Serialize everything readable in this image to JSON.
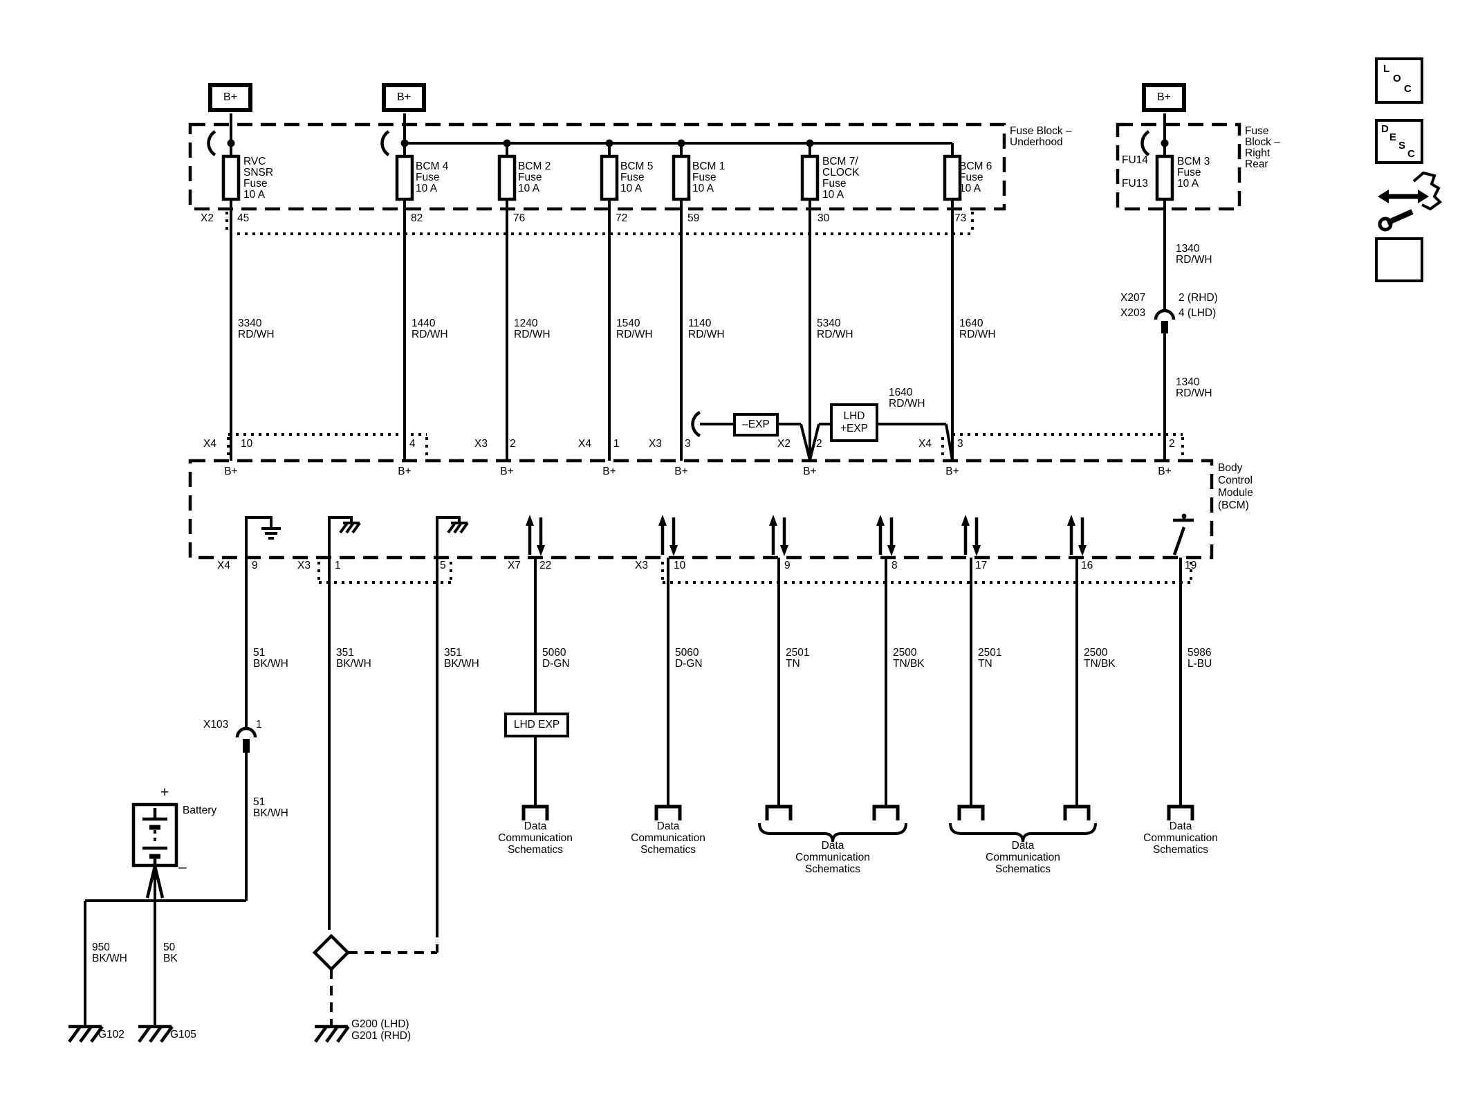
{
  "power": {
    "b_plus": "B+"
  },
  "fuse_block_underhood": {
    "title": "Fuse Block –\nUnderhood",
    "connector": "X2",
    "fuses": [
      {
        "name": "RVC\nSNSR\nFuse\n10 A",
        "pin": "45",
        "wire": "3340\nRD/WH"
      },
      {
        "name": "BCM 4\nFuse\n10 A",
        "pin": "82",
        "wire": "1440\nRD/WH"
      },
      {
        "name": "BCM 2\nFuse\n10 A",
        "pin": "76",
        "wire": "1240\nRD/WH"
      },
      {
        "name": "BCM 5\nFuse\n10 A",
        "pin": "72",
        "wire": "1540\nRD/WH"
      },
      {
        "name": "BCM 1\nFuse\n10 A",
        "pin": "59",
        "wire": "1140\nRD/WH"
      },
      {
        "name": "BCM 7/\nCLOCK\nFuse\n10 A",
        "pin": "30",
        "wire": "5340\nRD/WH"
      },
      {
        "name": "BCM 6\nFuse\n10 A",
        "pin": "73",
        "wire": "1640\nRD/WH"
      }
    ]
  },
  "fuse_block_right_rear": {
    "title": "Fuse\nBlock –\nRight\nRear",
    "fuse_position_top": "FU14",
    "fuse_position_bottom": "FU13",
    "fuse_name": "BCM 3\nFuse\n10 A",
    "wire_upper": "1340\nRD/WH",
    "wire_lower": "1340\nRD/WH",
    "inline_connector_names": "X207\nX203",
    "inline_connector_pins": "2 (RHD)\n4 (LHD)"
  },
  "exp": {
    "minus": "–EXP",
    "lhd_plus": "LHD\n+EXP",
    "wire": "1640\nRD/WH",
    "lhd_exp": "LHD EXP"
  },
  "bcm": {
    "title": "Body\nControl\nModule\n(BCM)",
    "top_pins": [
      {
        "conn": "X4",
        "pin": "10"
      },
      {
        "conn": "",
        "pin": "4"
      },
      {
        "conn": "X3",
        "pin": "2"
      },
      {
        "conn": "X4",
        "pin": "1"
      },
      {
        "conn": "X3",
        "pin": "3"
      },
      {
        "conn": "X2",
        "pin": "2"
      },
      {
        "conn": "X4",
        "pin": "3"
      },
      {
        "conn": "",
        "pin": "2"
      }
    ],
    "bottom_pins": [
      {
        "conn": "X4",
        "pin": "9",
        "wire": "51\nBK/WH"
      },
      {
        "conn": "X3",
        "pin": "1",
        "wire": "351\nBK/WH"
      },
      {
        "conn": "",
        "pin": "5",
        "wire": "351\nBK/WH"
      },
      {
        "conn": "X7",
        "pin": "22",
        "wire": "5060\nD-GN"
      },
      {
        "conn": "X3",
        "pin": "10",
        "wire": "5060\nD-GN"
      },
      {
        "conn": "",
        "pin": "9",
        "wire": "2501\nTN"
      },
      {
        "conn": "",
        "pin": "8",
        "wire": "2500\nTN/BK"
      },
      {
        "conn": "",
        "pin": "17",
        "wire": "2501\nTN"
      },
      {
        "conn": "",
        "pin": "16",
        "wire": "2500\nTN/BK"
      },
      {
        "conn": "",
        "pin": "19",
        "wire": "5986\nL-BU"
      }
    ]
  },
  "battery": {
    "label": "Battery",
    "plus": "+",
    "minus": "–",
    "wire_950": "950\nBK/WH",
    "wire_50": "50\nBK"
  },
  "connectors": {
    "x103_name": "X103",
    "x103_pin": "1"
  },
  "grounds": {
    "g102": "G102",
    "g105": "G105",
    "g200_g201": "G200 (LHD)\nG201 (RHD)"
  },
  "offpage": {
    "data_comm": "Data\nCommunication\nSchematics"
  },
  "corner_icons": {
    "loc": [
      "L",
      "O",
      "C"
    ],
    "desc": [
      "D",
      "E",
      "S",
      "C"
    ]
  }
}
